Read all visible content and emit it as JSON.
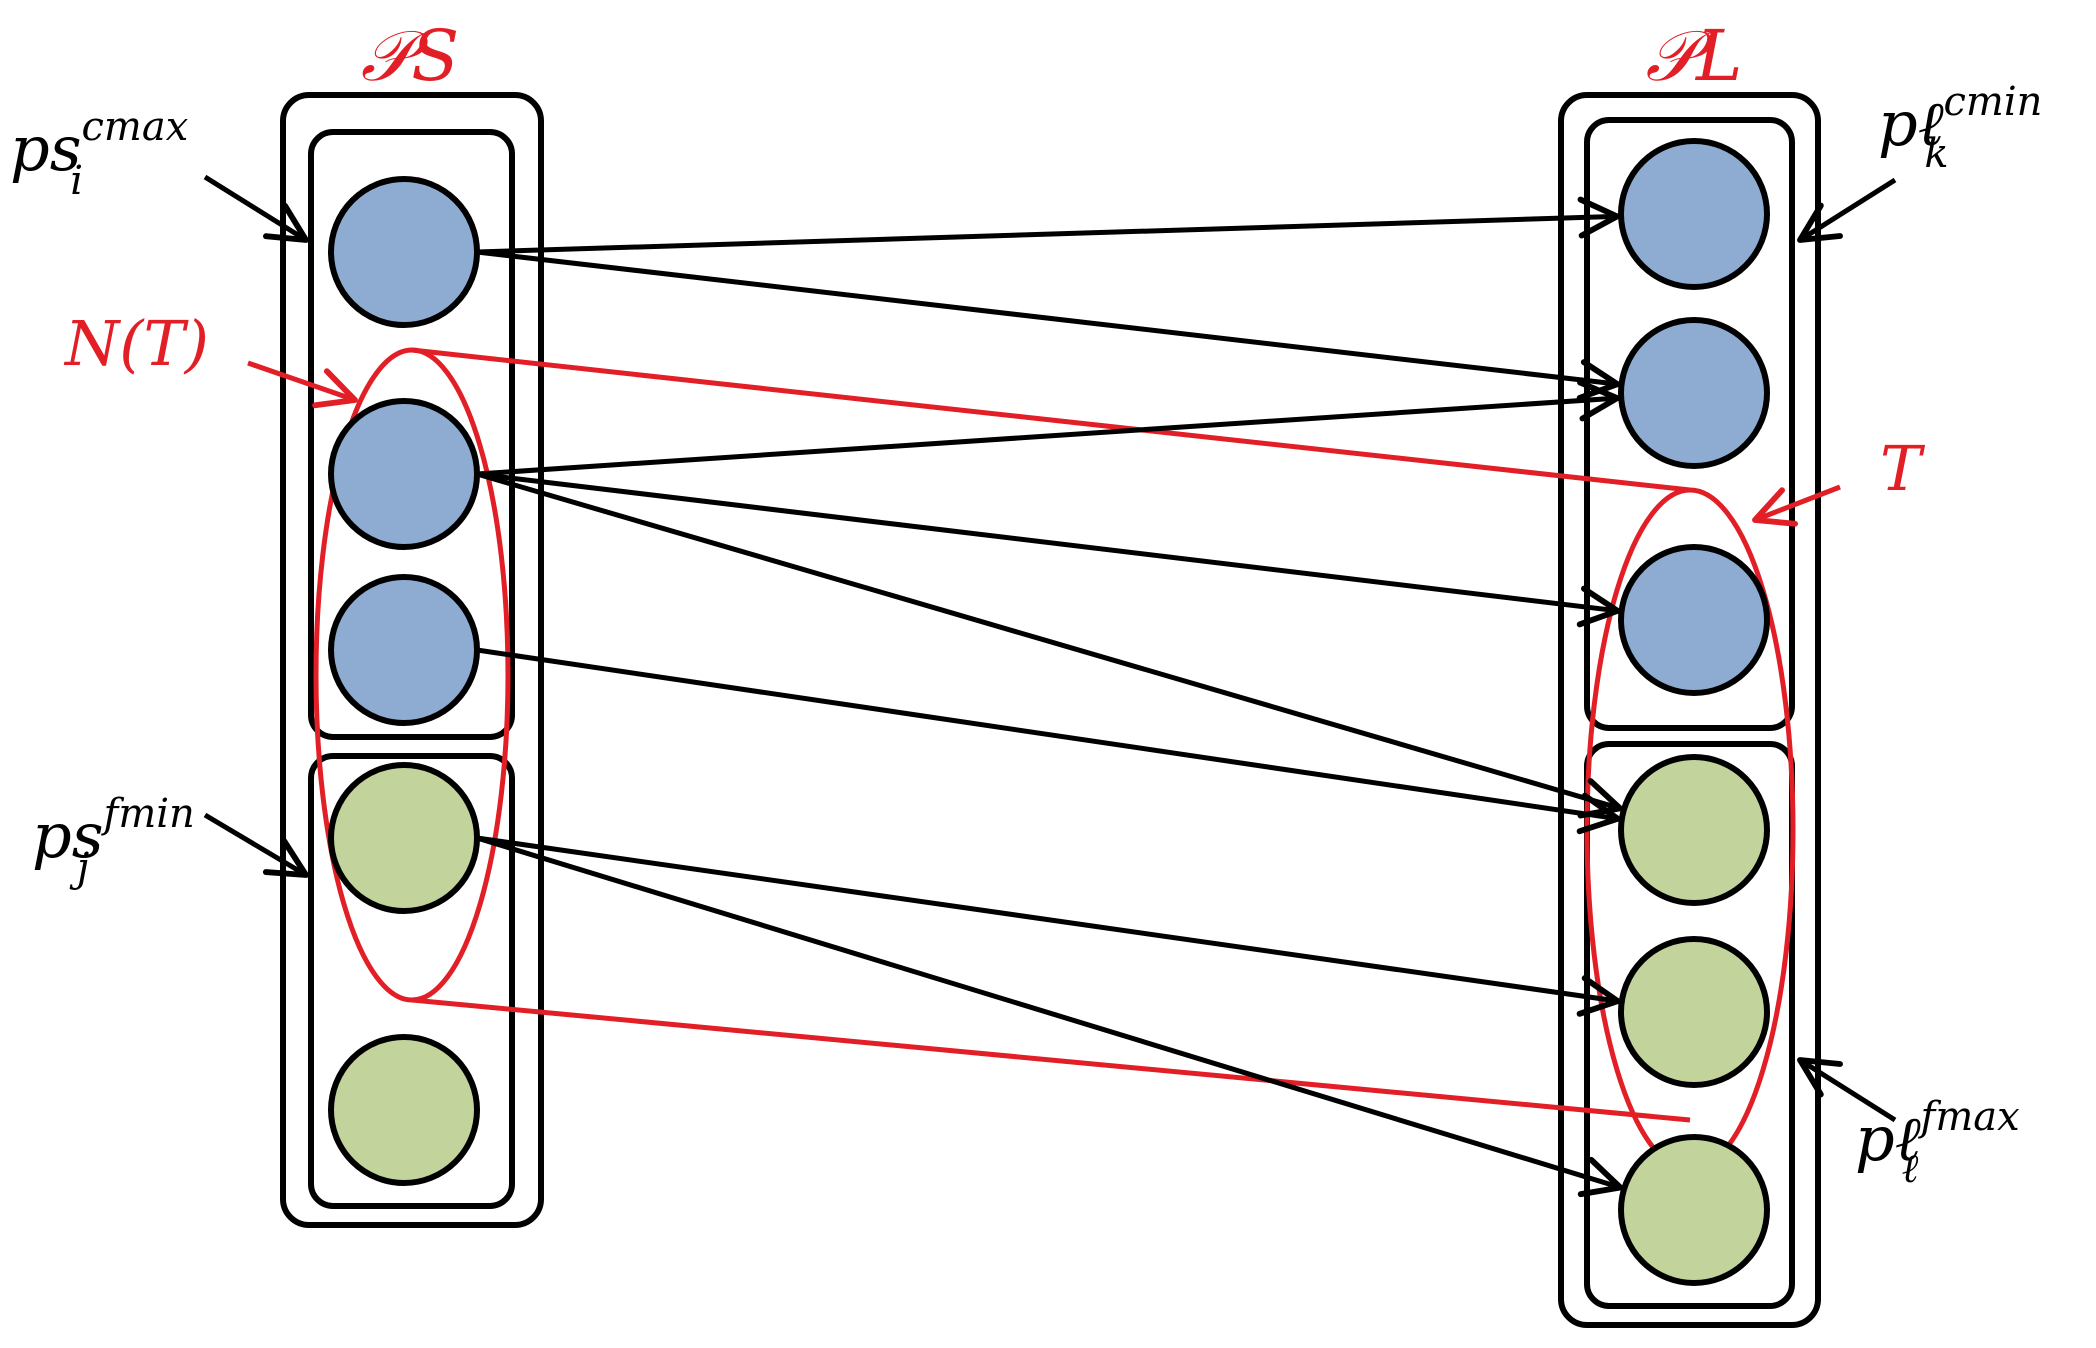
{
  "colors": {
    "black": "#000000",
    "red": "#e21f26",
    "blue_node": "#8eacd1",
    "green_node": "#c2d49c",
    "background": "#ffffff"
  },
  "headers": {
    "ps": "𝒫S",
    "pl": "𝒫L"
  },
  "labels": {
    "ps_cmax": {
      "base": "ps",
      "sup": "cmax",
      "sub": "i"
    },
    "ps_fmin": {
      "base": "ps",
      "sup": "fmin",
      "sub": "j"
    },
    "pl_cmin": {
      "base": "pℓ",
      "sup": "cmin",
      "sub": "k"
    },
    "pl_fmax": {
      "base": "pℓ",
      "sup": "fmax",
      "sub": "ℓ"
    },
    "neighborhood": "N(T)",
    "target_set": "T"
  },
  "ps_nodes": [
    "blue",
    "blue",
    "blue",
    "green",
    "green"
  ],
  "pl_nodes": [
    "blue",
    "blue",
    "blue",
    "green",
    "green",
    "green"
  ],
  "edges": [
    {
      "from": 0,
      "to": 0
    },
    {
      "from": 0,
      "to": 1
    },
    {
      "from": 1,
      "to": 1
    },
    {
      "from": 1,
      "to": 2
    },
    {
      "from": 1,
      "to": 3
    },
    {
      "from": 2,
      "to": 3
    },
    {
      "from": 3,
      "to": 4
    },
    {
      "from": 3,
      "to": 5
    }
  ]
}
